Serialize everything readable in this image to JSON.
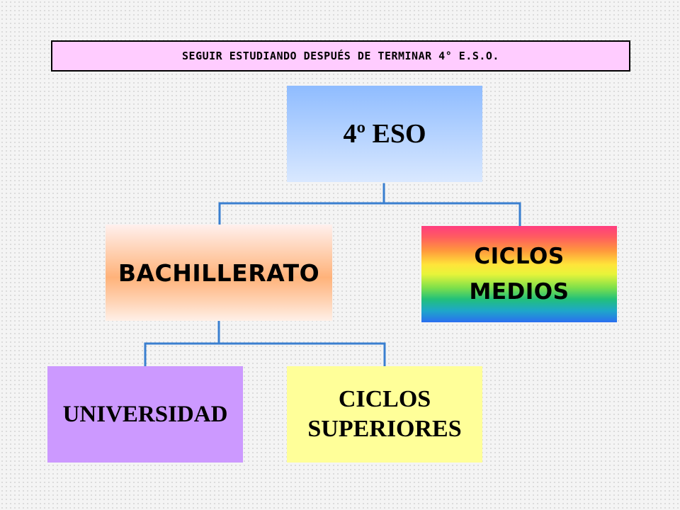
{
  "title": "SEGUIR ESTUDIANDO DESPUÉS DE TERMINAR 4° E.S.O.",
  "nodes": {
    "eso": {
      "label": "4º ESO"
    },
    "bachillerato": {
      "label": "BACHILLERATO"
    },
    "ciclos_medios": {
      "line1": "CICLOS",
      "line2": "MEDIOS"
    },
    "universidad": {
      "label": "UNIVERSIDAD"
    },
    "ciclos_superiores": {
      "line1": "CICLOS",
      "line2": "SUPERIORES"
    }
  },
  "colors": {
    "title_bg": "#ffccff",
    "connector": "#3a7fd0",
    "universidad": "#cc99ff",
    "ciclos_superiores": "#ffff99"
  }
}
